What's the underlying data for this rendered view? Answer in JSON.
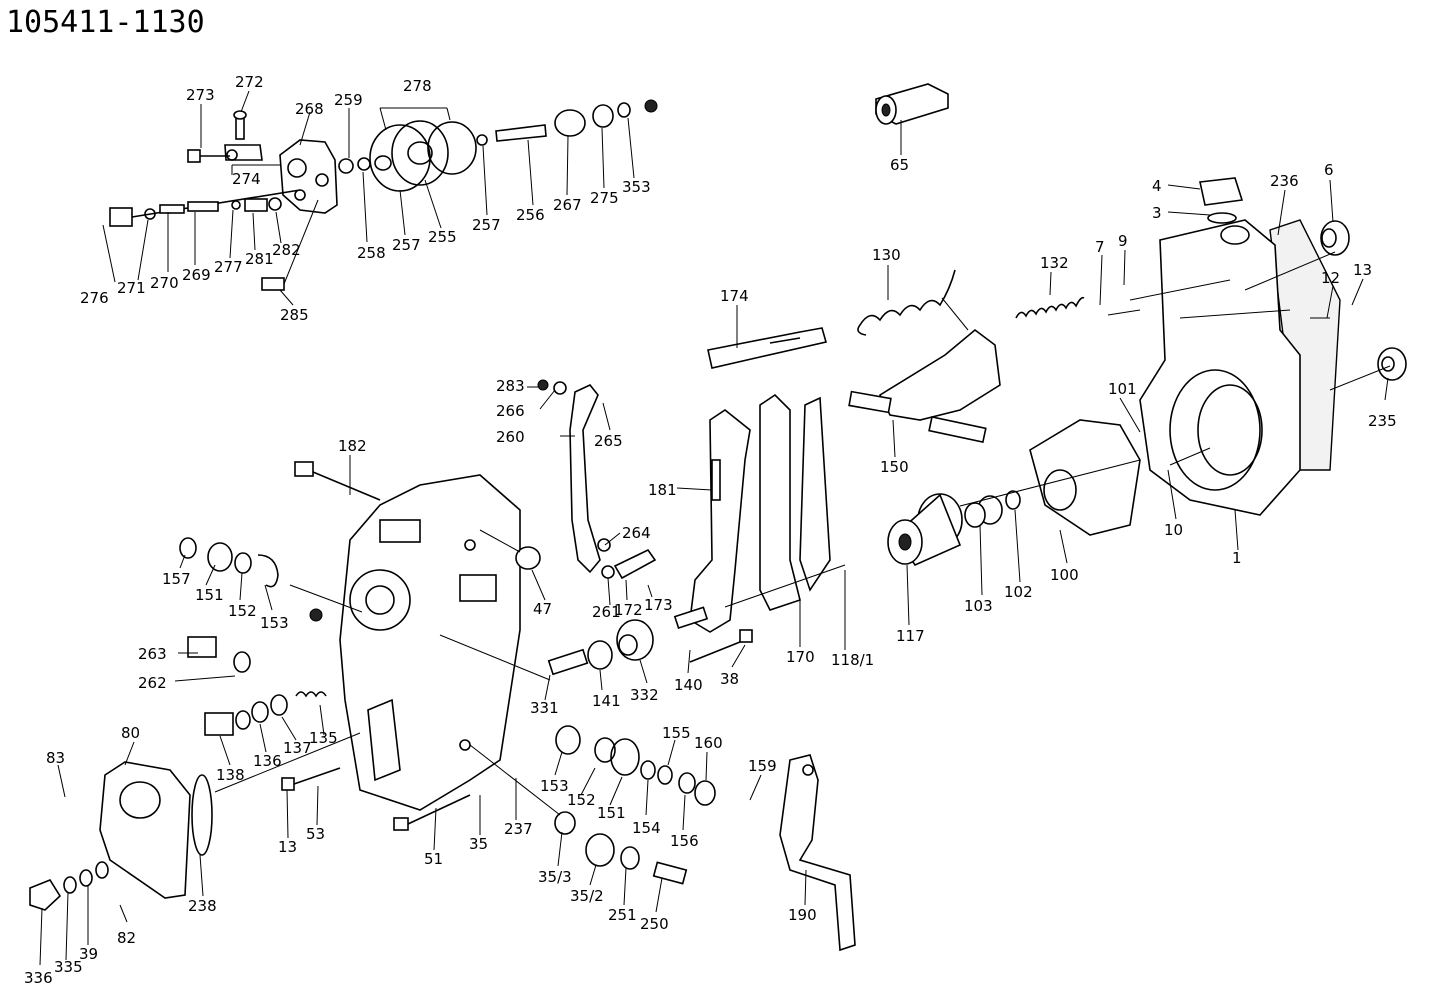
{
  "diagram": {
    "title": "105411-1130",
    "part_labels": {
      "p273": "273",
      "p272": "272",
      "p268": "268",
      "p259": "259",
      "p278": "278",
      "p274": "274",
      "p276": "276",
      "p271": "271",
      "p270": "270",
      "p269": "269",
      "p277": "277",
      "p281": "281",
      "p282": "282",
      "p285": "285",
      "p258": "258",
      "p257a": "257",
      "p255": "255",
      "p257b": "257",
      "p256": "256",
      "p267": "267",
      "p275": "275",
      "p353": "353",
      "p65": "65",
      "p4": "4",
      "p3": "3",
      "p236": "236",
      "p6": "6",
      "p7": "7",
      "p9": "9",
      "p12": "12",
      "p13a": "13",
      "p130": "130",
      "p132": "132",
      "p174": "174",
      "p101": "101",
      "p235": "235",
      "p283": "283",
      "p266": "266",
      "p260": "260",
      "p265": "265",
      "p182": "182",
      "p150": "150",
      "p181": "181",
      "p264": "264",
      "p10": "10",
      "p1": "1",
      "p157": "157",
      "p151a": "151",
      "p152a": "152",
      "p153a": "153",
      "p47": "47",
      "p261": "261",
      "p172": "172",
      "p173": "173",
      "p103": "103",
      "p102": "102",
      "p100": "100",
      "p117": "117",
      "p118": "118/1",
      "p170": "170",
      "p263": "263",
      "p262": "262",
      "p331": "331",
      "p141": "141",
      "p332": "332",
      "p140": "140",
      "p38": "38",
      "p135": "135",
      "p137": "137",
      "p136": "136",
      "p138": "138",
      "p80": "80",
      "p83": "83",
      "p153b": "153",
      "p152b": "152",
      "p151b": "151",
      "p154": "154",
      "p155": "155",
      "p156": "156",
      "p160": "160",
      "p159": "159",
      "p13b": "13",
      "p53": "53",
      "p51": "51",
      "p35": "35",
      "p237": "237",
      "p353b": "35/3",
      "p352": "35/2",
      "p251": "251",
      "p250": "250",
      "p190": "190",
      "p238": "238",
      "p82": "82",
      "p336": "336",
      "p335": "335",
      "p39": "39"
    }
  }
}
